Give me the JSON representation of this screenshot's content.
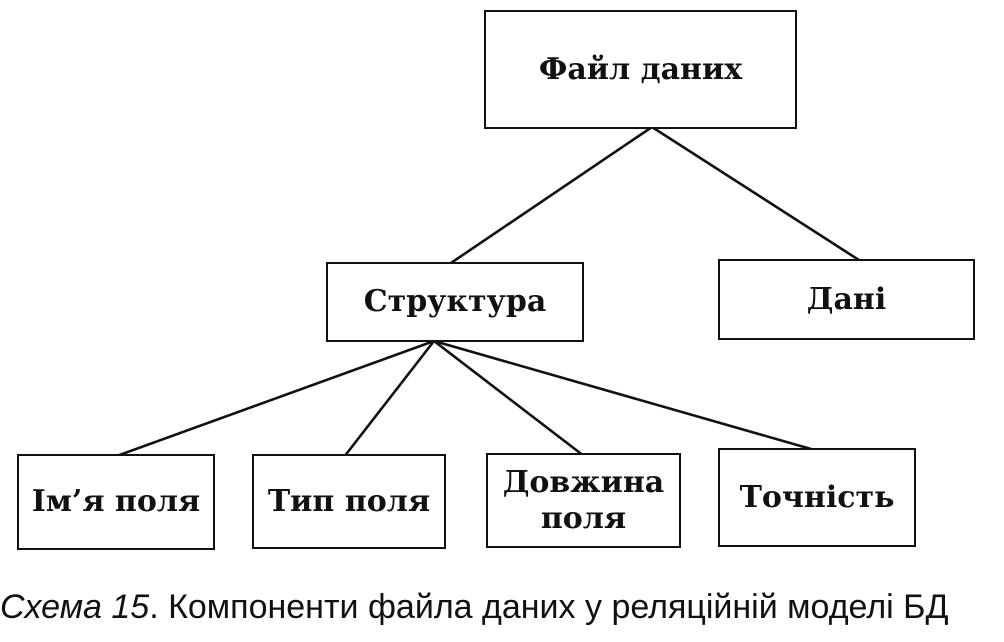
{
  "nodes": {
    "root": "Файл даних",
    "structure": "Структура",
    "data": "Дані",
    "field_name": "Ім’я поля",
    "field_type": "Тип поля",
    "field_length_line1": "Довжина",
    "field_length_line2": "поля",
    "precision": "Точність"
  },
  "caption": {
    "prefix": "Схема 15",
    "text": ". Компоненти файла даних у реляційній моделі БД"
  }
}
